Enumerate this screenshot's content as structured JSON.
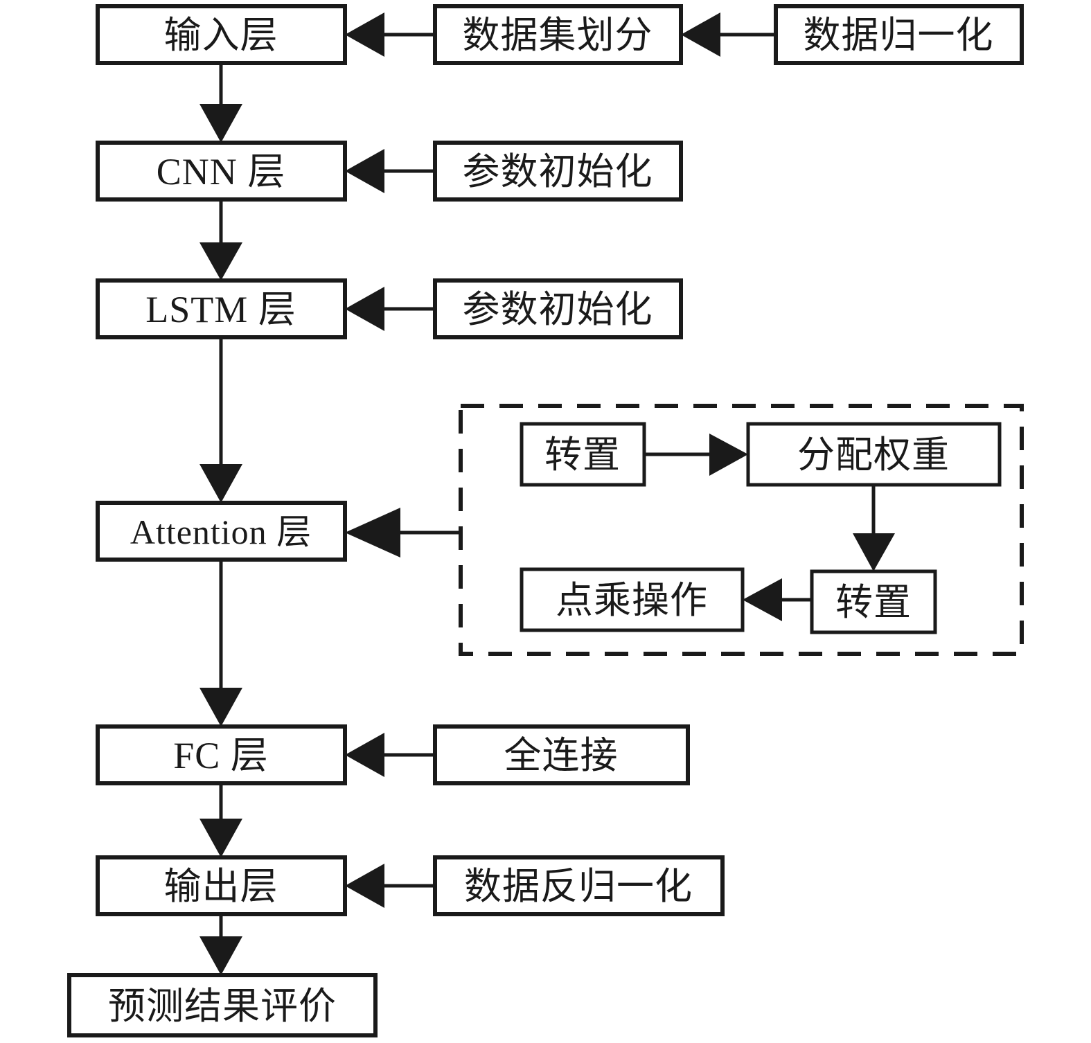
{
  "diagram": {
    "title": "CNN-LSTM-Attention model flowchart",
    "colors": {
      "stroke": "#1a1a1a",
      "fill": "#ffffff",
      "background": "#ffffff"
    },
    "nodes": {
      "input_layer": "输入层",
      "dataset_split": "数据集划分",
      "data_normalization": "数据归一化",
      "cnn_layer": "CNN 层",
      "param_init_cnn": "参数初始化",
      "lstm_layer": "LSTM 层",
      "param_init_lstm": "参数初始化",
      "attention_layer": "Attention 层",
      "transpose_1": "转置",
      "assign_weights": "分配权重",
      "transpose_2": "转置",
      "dot_product": "点乘操作",
      "fc_layer": "FC 层",
      "fully_connected": "全连接",
      "output_layer": "输出层",
      "data_denormalization": "数据反归一化",
      "prediction_evaluation": "预测结果评价"
    },
    "edges": [
      {
        "from": "data_normalization",
        "to": "dataset_split",
        "direction": "left"
      },
      {
        "from": "dataset_split",
        "to": "input_layer",
        "direction": "left"
      },
      {
        "from": "input_layer",
        "to": "cnn_layer",
        "direction": "down"
      },
      {
        "from": "param_init_cnn",
        "to": "cnn_layer",
        "direction": "left"
      },
      {
        "from": "cnn_layer",
        "to": "lstm_layer",
        "direction": "down"
      },
      {
        "from": "param_init_lstm",
        "to": "lstm_layer",
        "direction": "left"
      },
      {
        "from": "lstm_layer",
        "to": "attention_layer",
        "direction": "down"
      },
      {
        "from": "attention_group",
        "to": "attention_layer",
        "direction": "left"
      },
      {
        "from": "transpose_1",
        "to": "assign_weights",
        "direction": "right"
      },
      {
        "from": "assign_weights",
        "to": "transpose_2",
        "direction": "down"
      },
      {
        "from": "transpose_2",
        "to": "dot_product",
        "direction": "left"
      },
      {
        "from": "attention_layer",
        "to": "fc_layer",
        "direction": "down"
      },
      {
        "from": "fully_connected",
        "to": "fc_layer",
        "direction": "left"
      },
      {
        "from": "fc_layer",
        "to": "output_layer",
        "direction": "down"
      },
      {
        "from": "data_denormalization",
        "to": "output_layer",
        "direction": "left"
      },
      {
        "from": "output_layer",
        "to": "prediction_evaluation",
        "direction": "down"
      }
    ]
  }
}
